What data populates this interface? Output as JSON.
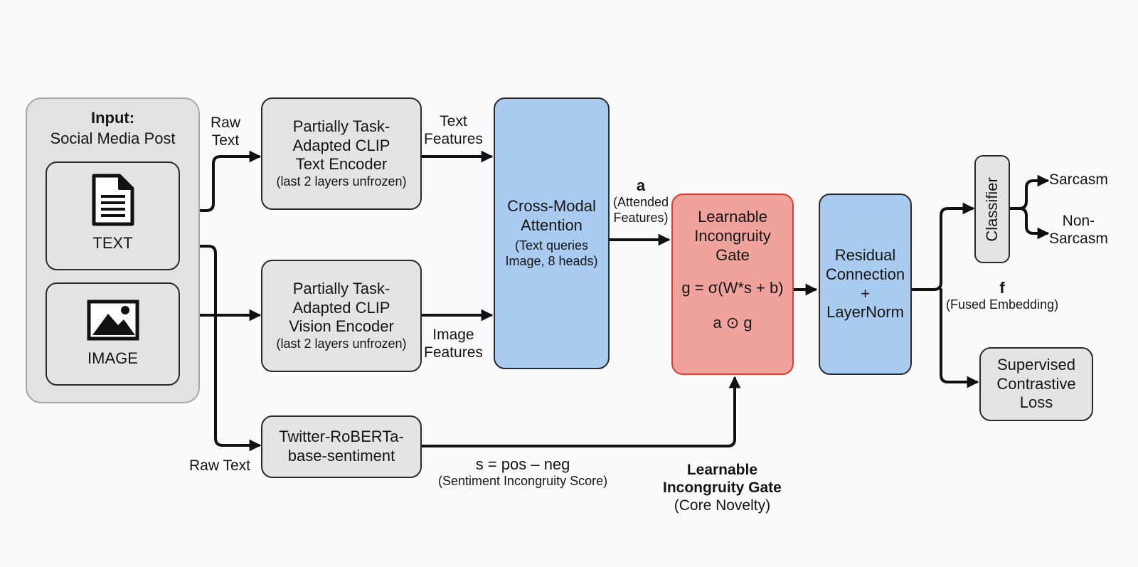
{
  "input": {
    "title": "Input:",
    "subtitle": "Social Media Post"
  },
  "text_tile": {
    "label": "TEXT",
    "icon": "document-icon"
  },
  "image_tile": {
    "label": "IMAGE",
    "icon": "image-icon"
  },
  "text_encoder": {
    "line1": "Partially Task-",
    "line2": "Adapted CLIP",
    "line3": "Text Encoder",
    "line4": "(last 2 layers unfrozen)"
  },
  "vision_encoder": {
    "line1": "Partially Task-",
    "line2": "Adapted CLIP",
    "line3": "Vision Encoder",
    "line4": "(last 2 layers unfrozen)"
  },
  "sentiment_model": {
    "line1": "Twitter-RoBERTa-",
    "line2": "base-sentiment"
  },
  "cross_attention": {
    "line1": "Cross-Modal",
    "line2": "Attention",
    "line3": "(Text queries",
    "line4": "Image, 8 heads)"
  },
  "gate": {
    "line1": "Learnable",
    "line2": "Incongruity",
    "line3": "Gate",
    "formula": "g = σ(W*s + b)",
    "product": "a ⊙ g"
  },
  "residual": {
    "line1": "Residual",
    "line2": "Connection",
    "line3": "+",
    "line4": "LayerNorm"
  },
  "classifier": {
    "label": "Classifier"
  },
  "contrastive": {
    "line1": "Supervised",
    "line2": "Contrastive",
    "line3": "Loss"
  },
  "edge_labels": {
    "raw_text_top": {
      "line1": "Raw",
      "line2": "Text"
    },
    "text_features": {
      "line1": "Text",
      "line2": "Features"
    },
    "image_features": {
      "line1": "Image",
      "line2": "Features"
    },
    "attended": {
      "symbol": "a",
      "line1": "(Attended",
      "line2": "Features)"
    },
    "raw_text_bottom": "Raw Text",
    "score": {
      "formula": "s = pos – neg",
      "caption": "(Sentiment Incongruity Score)"
    },
    "fused": {
      "symbol": "f",
      "caption": "(Fused Embedding)"
    }
  },
  "outputs": {
    "sarcasm": "Sarcasm",
    "non_sarcasm_1": "Non-",
    "non_sarcasm_2": "Sarcasm"
  },
  "novelty_note": {
    "line1": "Learnable",
    "line2": "Incongruity Gate",
    "line3": "(Core Novelty)"
  },
  "colors": {
    "attention_fill": "#a9cbef",
    "gate_fill": "#f0a29c",
    "gate_border": "#e23b34",
    "box_fill": "#e4e4e4"
  }
}
